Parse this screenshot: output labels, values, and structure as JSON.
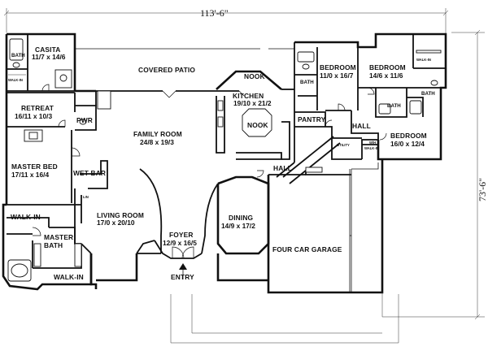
{
  "dimensions": {
    "width_overall": "113'-6\"",
    "depth_overall": "73'-6\""
  },
  "rooms": {
    "casita": {
      "name": "CASITA",
      "size": "11/7 x 14/6"
    },
    "casita_bath": {
      "name": "BATH"
    },
    "casita_walkin": {
      "name": "WALK-IN"
    },
    "covered_patio": {
      "name": "COVERED PATIO"
    },
    "nook_label": {
      "name": "NOOK"
    },
    "kitchen": {
      "name": "KITCHEN",
      "size": "19/10 x 21/2"
    },
    "kitchen_nook": {
      "name": "NOOK"
    },
    "bedroom1": {
      "name": "BEDROOM",
      "size": "11/0 x 16/7"
    },
    "bedroom2": {
      "name": "BEDROOM",
      "size": "14/6 x 11/6"
    },
    "bedroom3": {
      "name": "BEDROOM",
      "size": "16/0 x 12/4"
    },
    "bath_b1": {
      "name": "BATH"
    },
    "bath_b2": {
      "name": "BATH"
    },
    "bath_b3": {
      "name": "BATH"
    },
    "walkin_b2": {
      "name": "WALK-IN"
    },
    "walkin_b3": {
      "name": "WALK-IN"
    },
    "pantry": {
      "name": "PANTRY"
    },
    "hall_east": {
      "name": "HALL"
    },
    "hall_center": {
      "name": "HALL"
    },
    "utility": {
      "name": "UTILITY"
    },
    "retreat": {
      "name": "RETREAT",
      "size": "16/11 x 10/3"
    },
    "pwr": {
      "name": "PWR"
    },
    "family_room": {
      "name": "FAMILY ROOM",
      "size": "24/8 x 19/3"
    },
    "master_bed": {
      "name": "MASTER BED",
      "size": "17/11 x 16/4"
    },
    "wet_bar": {
      "name": "WET BAR"
    },
    "walkin_master_1": {
      "name": "WALK-IN"
    },
    "master_bath": {
      "name": "MASTER",
      "name2": "BATH"
    },
    "walkin_master_2": {
      "name": "WALK-IN"
    },
    "living_room": {
      "name": "LIVING ROOM",
      "size": "17/0 x 20/10"
    },
    "foyer": {
      "name": "FOYER",
      "size": "12/9 x 16/5"
    },
    "dining": {
      "name": "DINING",
      "size": "14/9 x 17/2"
    },
    "entry": {
      "name": "ENTRY"
    },
    "garage": {
      "name": "FOUR CAR GARAGE"
    },
    "linen": {
      "name": "LIN"
    },
    "wh": {
      "name": "W/H"
    }
  }
}
